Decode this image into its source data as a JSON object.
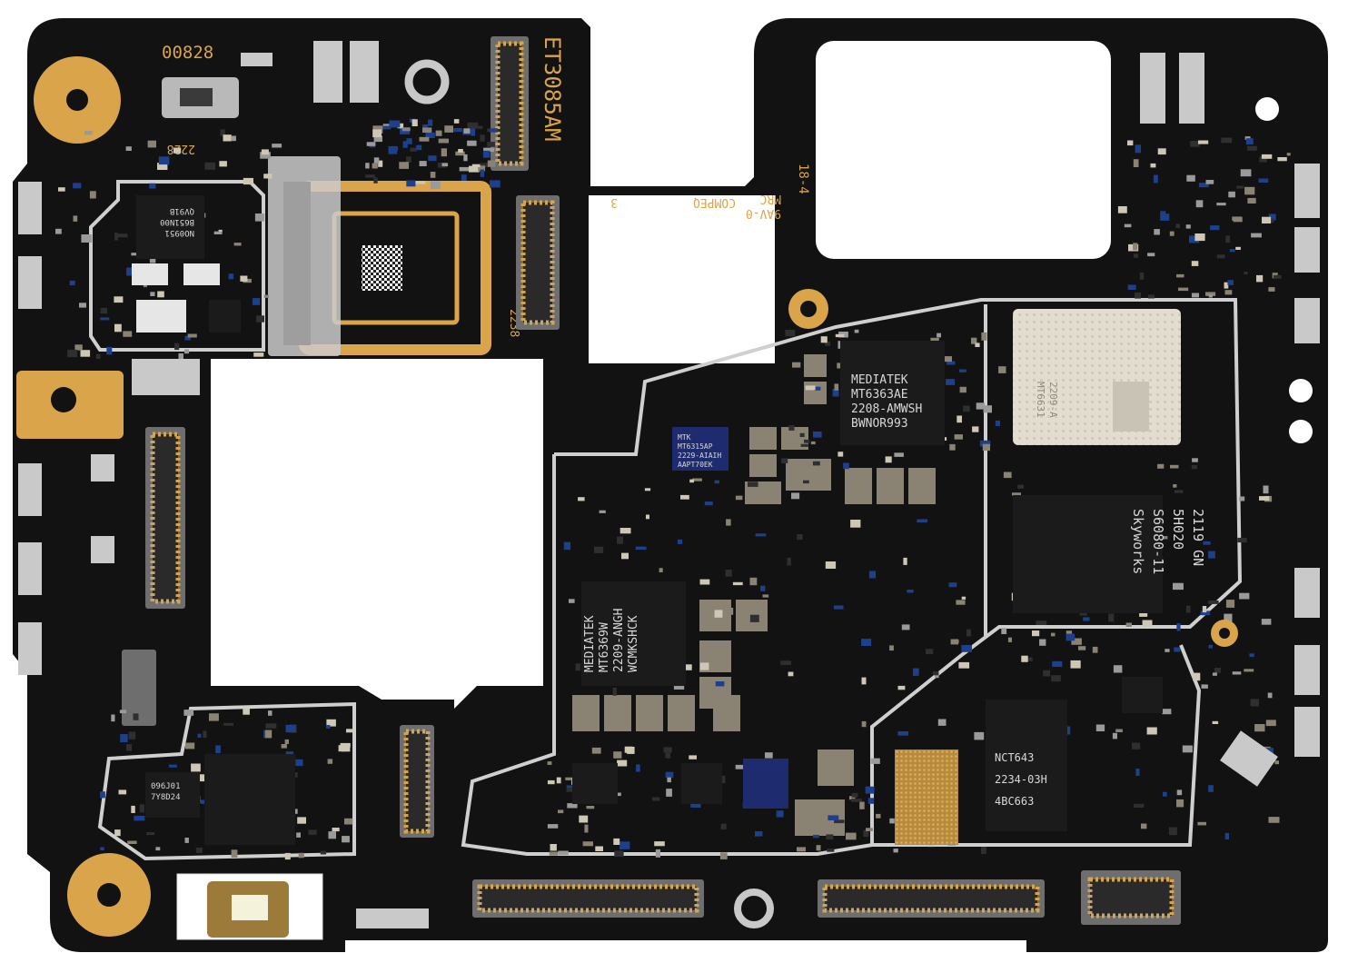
{
  "colors": {
    "pcb": "#121212",
    "gold": "#d9a44a",
    "shield": "#e8e8e8",
    "chip": "#1b1b1b",
    "chip_text": "#d8d8d8",
    "background": "#ffffff",
    "blue_chip": "#1e2b6e"
  },
  "silkscreen": {
    "board_code": "00828",
    "model": "ET3085AM",
    "date_top": "2228",
    "date_side": "2238",
    "rev": "18-4",
    "cert_mrc": "MRC",
    "cert_code": "9AV-0",
    "cert_brand": "COMPEQ",
    "cert_num": "3"
  },
  "chips": {
    "pmic": {
      "line1": "MEDIATEK",
      "line2": "MT6363AE",
      "line3": "2208-AMWSH",
      "line4": "BWNOR993"
    },
    "soc": {
      "line1": "MEDIATEK",
      "line2": "MT6369W",
      "line3": "2209-ANGH",
      "line4": "WCMKSHCK"
    },
    "mtk_small": {
      "line1": "MTK",
      "line2": "MT6315AP",
      "line3": "2229-AIAIH",
      "line4": "AAPT70EK"
    },
    "skyworks": {
      "line1": "Skyworks",
      "line2": "S6080-11",
      "line3": "5H020",
      "line4": "2119 GN"
    },
    "nfc": {
      "line1": "NCT643",
      "line2": "2234-03H",
      "line3": "4BC663"
    },
    "small_left": {
      "line1": "096J01",
      "line2": "7Y8D24"
    },
    "small_top_left": {
      "line1": "QV91B",
      "line2": "B651N00",
      "line3": "NO0951"
    },
    "wifi_module": {
      "line1": "MT6631",
      "line2": "2209-A"
    }
  },
  "icons": {
    "camera_mount": "camera-cutout-icon",
    "flash": "flash-led-icon",
    "mounting_hole": "mounting-hole-icon"
  }
}
